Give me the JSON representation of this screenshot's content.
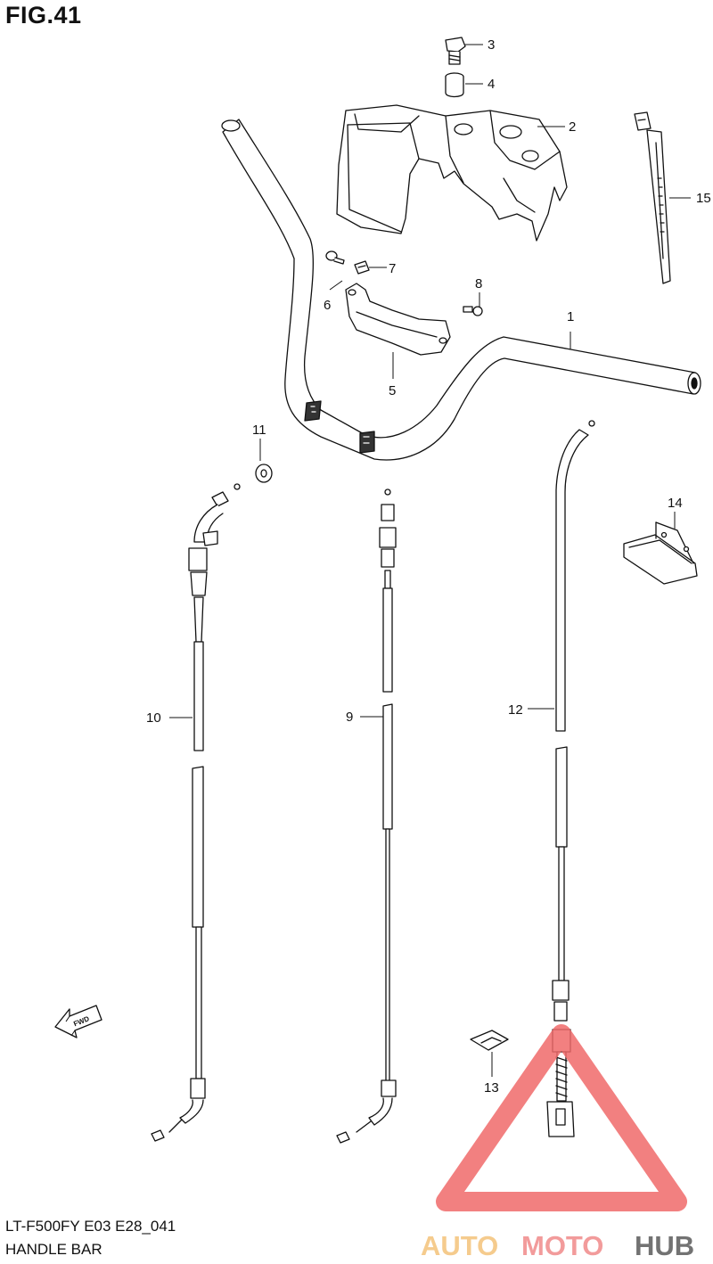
{
  "figure": {
    "title": "FIG.41",
    "model_code": "LT-F500FY E03 E28_041",
    "section_name": "HANDLE BAR"
  },
  "callouts": {
    "p1": "1",
    "p2": "2",
    "p3": "3",
    "p4": "4",
    "p5": "5",
    "p6": "6",
    "p7": "7",
    "p8": "8",
    "p9": "9",
    "p10": "10",
    "p11": "11",
    "p12": "12",
    "p13": "13",
    "p14": "14",
    "p15": "15"
  },
  "fwd_arrow": {
    "label": "FWD"
  },
  "watermark": {
    "part1": "AUTO",
    "part2": "MOTO",
    "part3": "HUB",
    "colors": {
      "auto": "#f4c27a",
      "moto": "#f08a8a",
      "hub": "#5a5a5a",
      "triangle": "#f06a6a"
    }
  }
}
